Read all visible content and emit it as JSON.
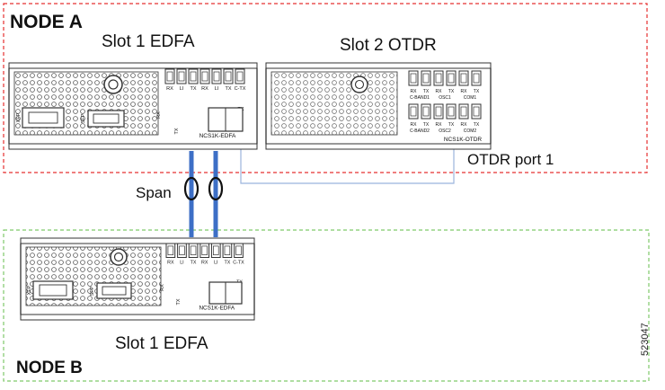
{
  "node_a": {
    "label": "NODE A",
    "slot1": {
      "label": "Slot 1 EDFA",
      "card": {
        "model": "NCS1K-EDFA",
        "port_labels": [
          "RX",
          "LI",
          "TX",
          "RX",
          "LI",
          "TX",
          "C-TX"
        ],
        "sub_labels": [
          "XFP",
          "SFP",
          "RX",
          "TX"
        ],
        "osc_label": "OSC",
        "osc_tx": "TX"
      }
    },
    "slot2": {
      "label": "Slot 2 OTDR",
      "card": {
        "model": "NCS1K-OTDR",
        "port_labels_top": [
          "RX",
          "TX",
          "RX",
          "TX",
          "RX",
          "TX"
        ],
        "port_labels_bottom": [
          "RX",
          "TX",
          "RX",
          "TX",
          "RX",
          "TX"
        ],
        "group_labels": [
          "C-BAND1",
          "OSC1",
          "COM1"
        ],
        "group_labels_bottom": [
          "C-BAND2",
          "OSC2",
          "COM2"
        ]
      }
    },
    "otdr_port_label": "OTDR port 1"
  },
  "span_label": "Span",
  "node_b": {
    "label": "NODE B",
    "slot1": {
      "label": "Slot 1 EDFA",
      "card": {
        "model": "NCS1K-EDFA",
        "port_labels": [
          "RX",
          "LI",
          "TX",
          "RX",
          "LI",
          "TX",
          "C-TX"
        ],
        "sub_labels": [
          "XFP",
          "SFP",
          "RX",
          "TX"
        ],
        "osc_label": "OSC",
        "osc_tx": "TX"
      }
    }
  },
  "figure_id": "523047",
  "colors": {
    "node_a_border": "#e53030",
    "node_b_border": "#7fc96a",
    "fiber": "#3d6fc6",
    "otdr_link": "#9bb5dd",
    "card_stroke": "#333333"
  }
}
